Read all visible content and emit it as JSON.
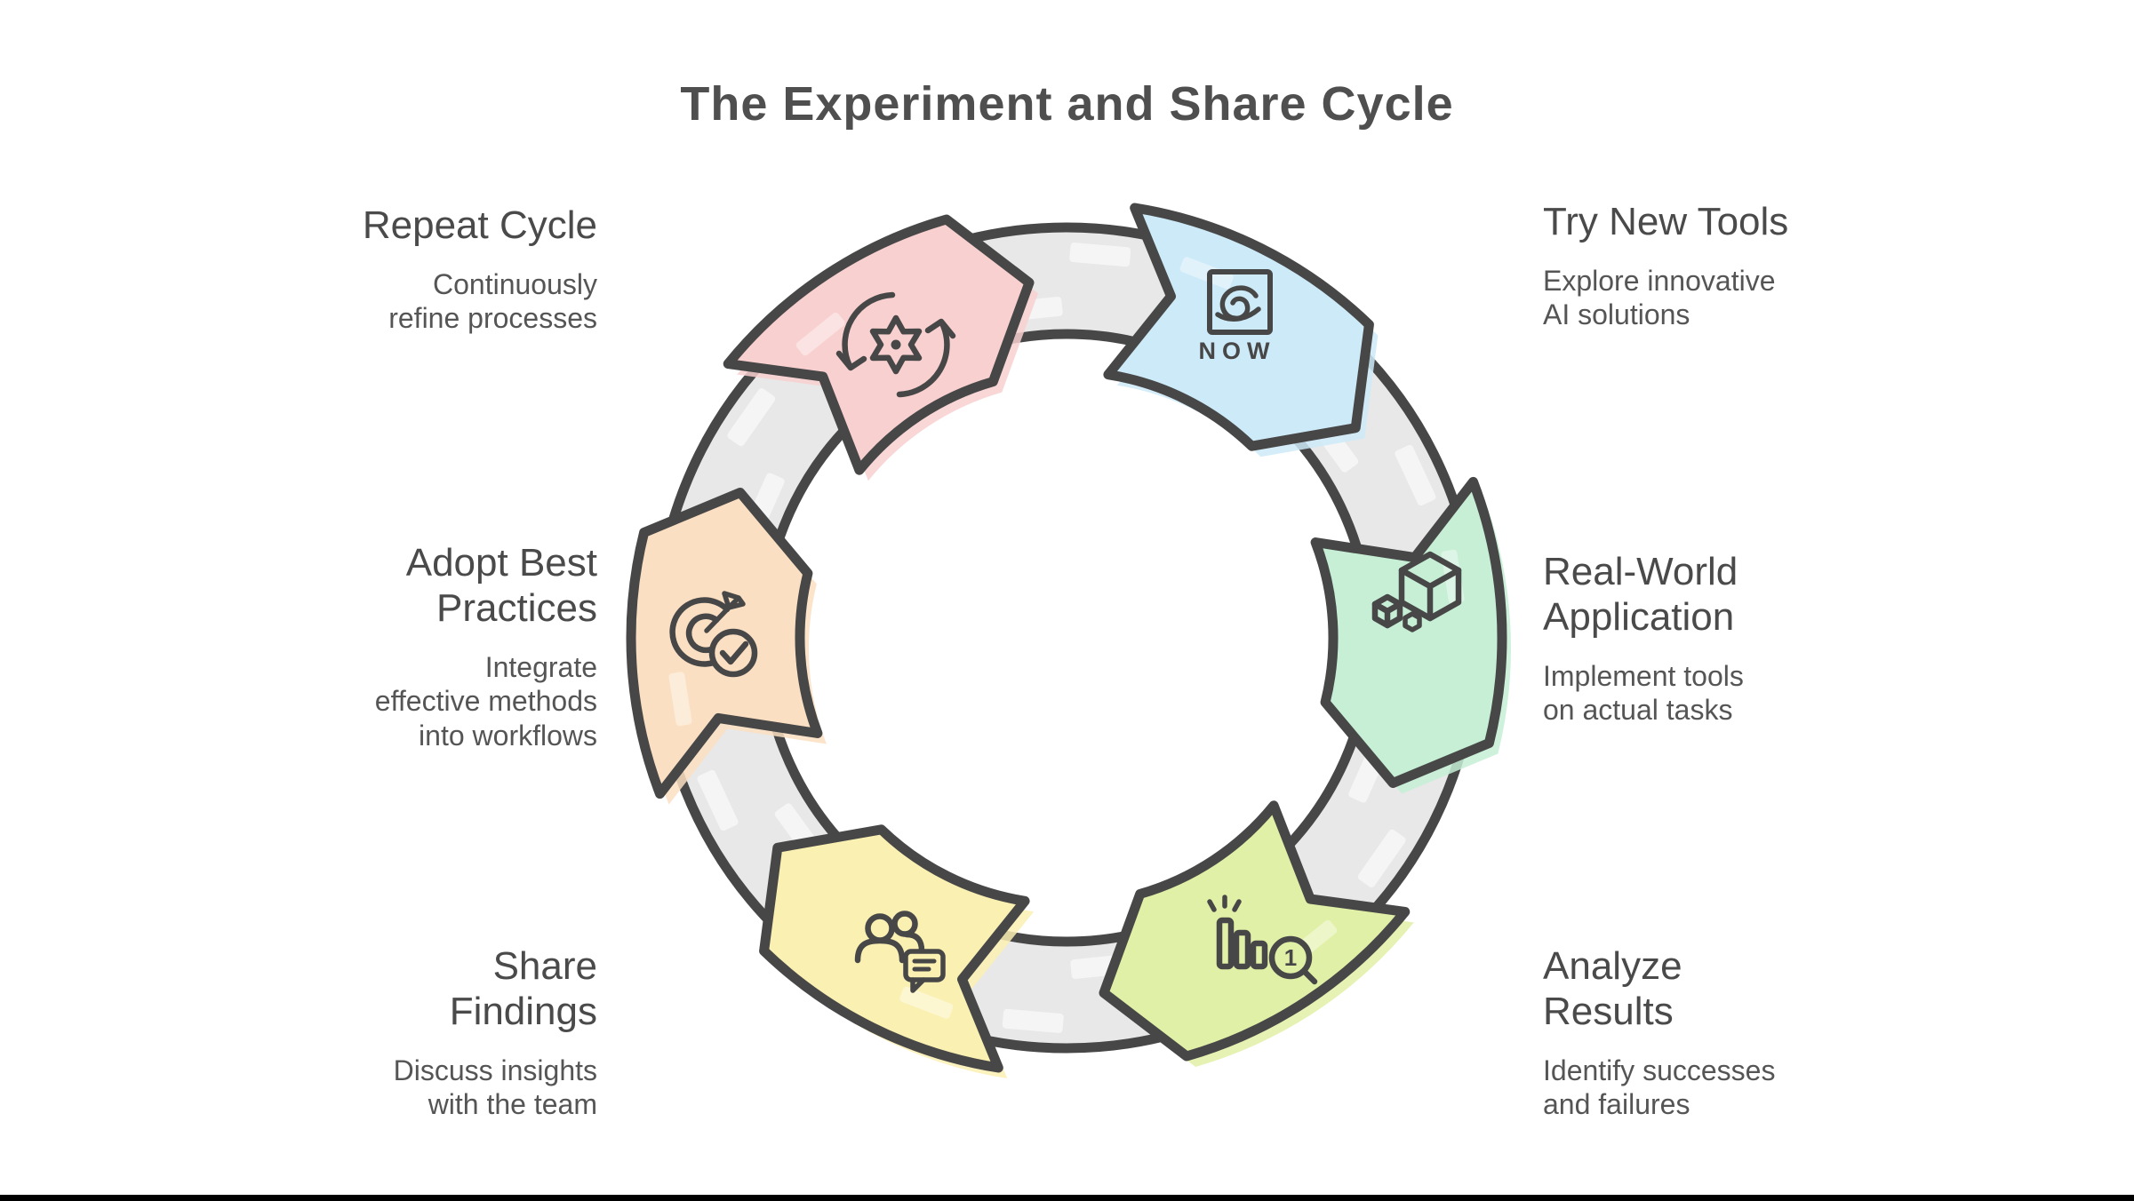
{
  "title": "The Experiment and Share Cycle",
  "outline_color": "#474747",
  "band_color": "#e8e8e8",
  "text_color": "#4d4d4d",
  "bottom_bar_color": "#000000",
  "steps": [
    {
      "id": "try-new-tools",
      "title": "Try New Tools",
      "description": "Explore innovative\nAI solutions",
      "color": "#cdeaf8",
      "icon": "servicenow-now-logo",
      "icon_label": "NOW",
      "position": "top-right"
    },
    {
      "id": "real-world-application",
      "title": "Real-World\nApplication",
      "description": "Implement tools\non actual tasks",
      "color": "#c6efd5",
      "icon": "cubes",
      "position": "right"
    },
    {
      "id": "analyze-results",
      "title": "Analyze\nResults",
      "description": "Identify successes\nand failures",
      "color": "#e0f0a6",
      "icon": "bar-chart-magnifier",
      "icon_badge": "1",
      "position": "bottom-right"
    },
    {
      "id": "share-findings",
      "title": "Share\nFindings",
      "description": "Discuss insights\nwith the team",
      "color": "#faf0b2",
      "icon": "people-chat",
      "position": "bottom-left"
    },
    {
      "id": "adopt-best-practices",
      "title": "Adopt Best\nPractices",
      "description": "Integrate\neffective methods\ninto workflows",
      "color": "#fbdfc2",
      "icon": "target-check",
      "position": "left"
    },
    {
      "id": "repeat-cycle",
      "title": "Repeat Cycle",
      "description": "Continuously\nrefine processes",
      "color": "#f9d0d0",
      "icon": "gear-cycle",
      "position": "top-left"
    }
  ]
}
